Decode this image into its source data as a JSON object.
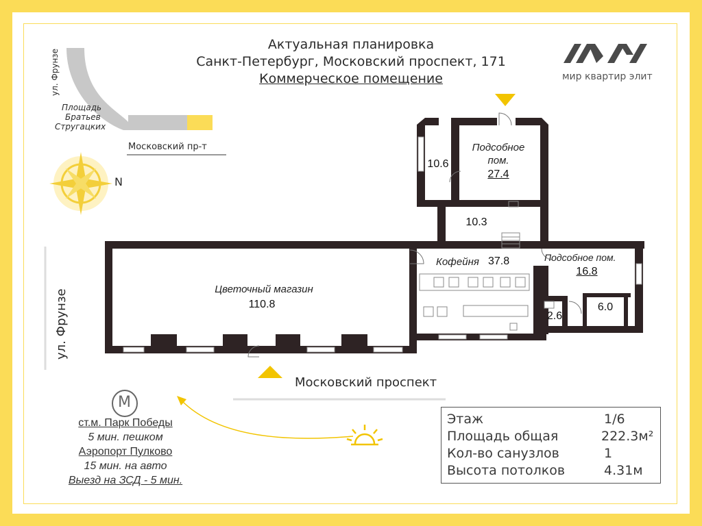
{
  "header": {
    "line1": "Актуальная планировка",
    "line2": "Санкт-Петербург, Московский проспект, 171",
    "line3": "Коммерческое помещение"
  },
  "logo": {
    "subtitle": "мир квартир элит"
  },
  "map": {
    "street_top": "ул. Фрунзе",
    "square_1": "Площадь",
    "square_2": "Братьев",
    "square_3": "Стругацких",
    "avenue": "Московский пр-т",
    "north": "N"
  },
  "rooms": {
    "small_left": {
      "area": "10.6"
    },
    "aux_top": {
      "label_1": "Подсобное",
      "label_2": "пом.",
      "area": "27.4"
    },
    "mid": {
      "area": "10.3"
    },
    "cafe": {
      "label": "Кофейня",
      "area": "37.8"
    },
    "aux_right": {
      "label": "Подсобное пом.",
      "area": "16.8"
    },
    "wc": {
      "area": "2.6"
    },
    "storage": {
      "area": "6.0"
    },
    "flower_shop": {
      "label": "Цветочный магазин",
      "area": "110.8"
    }
  },
  "streets": {
    "left": "ул. Фрунзе",
    "bottom": "Московский проспект"
  },
  "transport": {
    "metro_symbol": "M",
    "line1": "ст.м. Парк Победы",
    "line2": "5 мин. пешком",
    "line3": "Аэропорт Пулково",
    "line4": "15 мин. на авто",
    "line5": "Выезд на ЗСД - 5 мин."
  },
  "stats": {
    "floor_label": "Этаж",
    "floor_value": "1/6",
    "area_label": "Площадь общая",
    "area_value": "222.3м²",
    "baths_label": "Кол-во санузлов",
    "baths_value": "1",
    "height_label": "Высота потолков",
    "height_value": "4.31м"
  },
  "colors": {
    "accent": "#fbdc57",
    "wall": "#2e2324",
    "map_road": "#c8c8c8"
  }
}
